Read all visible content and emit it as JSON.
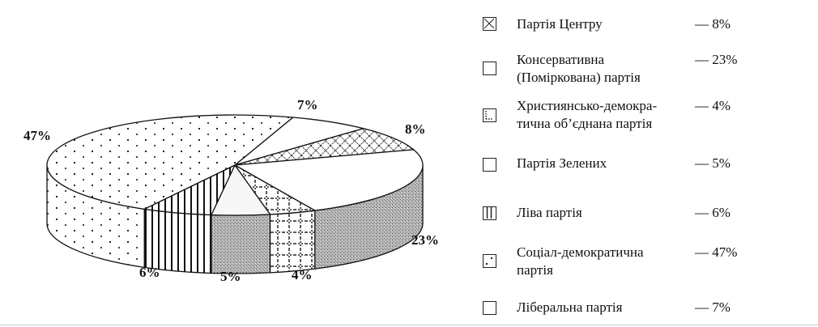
{
  "chart_data": {
    "type": "pie",
    "style": "3d",
    "title": "",
    "slices": [
      {
        "name": "Ліберальна партія",
        "value": 7,
        "label": "7%",
        "pattern": "blank"
      },
      {
        "name": "Партія Центру",
        "value": 8,
        "label": "8%",
        "pattern": "crosshatch"
      },
      {
        "name": "Консервативна (Поміркована) партія",
        "value": 23,
        "label": "23%",
        "pattern": "gray"
      },
      {
        "name": "Християнсько-демократична об’єднана партія",
        "value": 4,
        "label": "4%",
        "pattern": "dotgrid"
      },
      {
        "name": "Партія Зелених",
        "value": 5,
        "label": "5%",
        "pattern": "gray"
      },
      {
        "name": "Ліва партія",
        "value": 6,
        "label": "6%",
        "pattern": "vlines"
      },
      {
        "name": "Соціал-демократична партія",
        "value": 47,
        "label": "47%",
        "pattern": "dots"
      }
    ],
    "legend_position": "right"
  },
  "legend": [
    {
      "lines": [
        "Партія Центру"
      ],
      "value": "— 8%"
    },
    {
      "lines": [
        "Консервативна",
        "(Поміркована) партія"
      ],
      "value": "— 23%"
    },
    {
      "lines": [
        "Християнсько-демокра-",
        "тична об’єднана партія"
      ],
      "value": "— 4%"
    },
    {
      "lines": [
        "Партія Зелених"
      ],
      "value": "— 5%"
    },
    {
      "lines": [
        "Ліва партія"
      ],
      "value": "— 6%"
    },
    {
      "lines": [
        "Соціал-демократична",
        "партія"
      ],
      "value": "— 47%"
    },
    {
      "lines": [
        "Ліберальна партія"
      ],
      "value": "— 7%"
    }
  ]
}
